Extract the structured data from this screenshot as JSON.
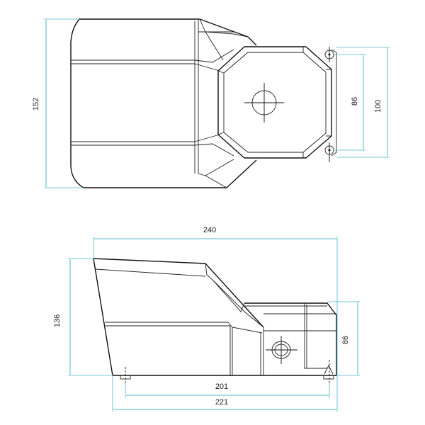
{
  "top_view": {
    "dimensions": {
      "overall_length": "152",
      "hole_spacing": "86",
      "pedal_width": "100"
    }
  },
  "side_view": {
    "dimensions": {
      "overall_width": "240",
      "height": "136",
      "pedal_height": "86",
      "foot_spacing": "201",
      "base_length": "221"
    }
  },
  "colors": {
    "dimension_lines": "#4fb8c8",
    "outline": "#111111"
  }
}
